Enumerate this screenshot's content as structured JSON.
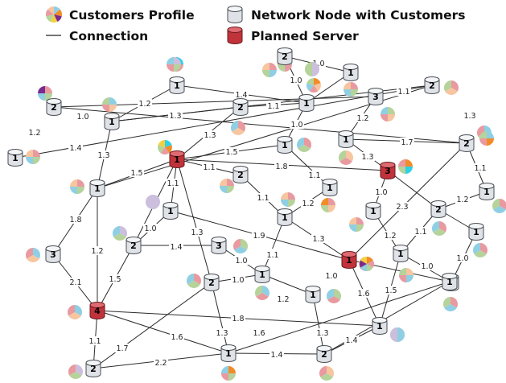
{
  "legend": {
    "customers_profile": "Customers Profile",
    "network_node": "Network Node with Customers",
    "connection": "Connection",
    "planned_server": "Planned Server"
  },
  "colors": {
    "node_fill": "#dfe3e8",
    "node_stroke": "#4a4f55",
    "server_fill": "#c0333b",
    "server_stroke": "#6b1a1f",
    "pie_pink": "#e89aa0",
    "pie_green": "#b5d39b",
    "pie_blue": "#8fcfe3",
    "pie_peach": "#f7c59f",
    "pie_orange": "#f28c28",
    "pie_lavender": "#cbbfdd",
    "pie_purple": "#7a2a8c",
    "pie_yellow": "#f4d03f",
    "pie_cyan": "#2fd0e8"
  },
  "nodes": [
    {
      "id": "n01",
      "label": "2",
      "type": "node"
    },
    {
      "id": "n02",
      "label": "1",
      "type": "node"
    },
    {
      "id": "n03",
      "label": "1",
      "type": "node"
    },
    {
      "id": "n04",
      "label": "2",
      "type": "node"
    },
    {
      "id": "n05",
      "label": "1",
      "type": "node"
    },
    {
      "id": "n06",
      "label": "3",
      "type": "node"
    },
    {
      "id": "n07",
      "label": "2",
      "type": "node"
    },
    {
      "id": "n08",
      "label": "2",
      "type": "node"
    },
    {
      "id": "n09",
      "label": "1",
      "type": "node"
    },
    {
      "id": "n10",
      "label": "1",
      "type": "node"
    },
    {
      "id": "n11",
      "label": "1",
      "type": "server"
    },
    {
      "id": "n12",
      "label": "1",
      "type": "node"
    },
    {
      "id": "n13",
      "label": "2",
      "type": "node"
    },
    {
      "id": "n14",
      "label": "3",
      "type": "node"
    },
    {
      "id": "n15",
      "label": "1",
      "type": "node"
    },
    {
      "id": "n16",
      "label": "1",
      "type": "node"
    },
    {
      "id": "n17",
      "label": "2",
      "type": "node"
    },
    {
      "id": "n18",
      "label": "1",
      "type": "node"
    },
    {
      "id": "n19",
      "label": "3",
      "type": "server"
    },
    {
      "id": "n20",
      "label": "1",
      "type": "node"
    },
    {
      "id": "n21",
      "label": "2",
      "type": "node"
    },
    {
      "id": "n22",
      "label": "1",
      "type": "node"
    },
    {
      "id": "n23",
      "label": "1",
      "type": "node"
    },
    {
      "id": "n24",
      "label": "1",
      "type": "node"
    },
    {
      "id": "n25",
      "label": "1",
      "type": "node"
    },
    {
      "id": "n26",
      "label": "2",
      "type": "node"
    },
    {
      "id": "n27",
      "label": "3",
      "type": "node"
    },
    {
      "id": "n28",
      "label": "1",
      "type": "server"
    },
    {
      "id": "n29",
      "label": "1",
      "type": "node"
    },
    {
      "id": "n30",
      "label": "1",
      "type": "node"
    },
    {
      "id": "n31",
      "label": "2",
      "type": "node"
    },
    {
      "id": "n32",
      "label": "1",
      "type": "node"
    },
    {
      "id": "n33",
      "label": "4",
      "type": "server"
    },
    {
      "id": "n34",
      "label": "1",
      "type": "node"
    },
    {
      "id": "n35",
      "label": "1",
      "type": "node"
    },
    {
      "id": "n36",
      "label": "1",
      "type": "node"
    },
    {
      "id": "n37",
      "label": "1",
      "type": "node"
    },
    {
      "id": "n38",
      "label": "2",
      "type": "node"
    },
    {
      "id": "n39",
      "label": "2",
      "type": "node"
    }
  ],
  "edges": [
    {
      "from": "n01",
      "to": "n02",
      "label": "1.0"
    },
    {
      "from": "n01",
      "to": "n03",
      "label": "1.0"
    },
    {
      "from": "n02",
      "to": "n03",
      "label": ""
    },
    {
      "from": "n03",
      "to": "n04",
      "label": "1.1"
    },
    {
      "from": "n05",
      "to": "n03",
      "label": "1.4"
    },
    {
      "from": "n05",
      "to": "n10",
      "label": "1.2"
    },
    {
      "from": "n07",
      "to": "n10",
      "label": "1.0"
    },
    {
      "from": "n10",
      "to": "n04",
      "label": "1.3"
    },
    {
      "from": "n07",
      "to": "n09",
      "label": "1.2"
    },
    {
      "from": "n07",
      "to": "n12",
      "label": "1.4"
    },
    {
      "from": "n10",
      "to": "n12",
      "label": "1.3"
    },
    {
      "from": "n03",
      "to": "n16",
      "label": "1.0"
    },
    {
      "from": "n04",
      "to": "n11",
      "label": "1.3"
    },
    {
      "from": "n06",
      "to": "n08",
      "label": "1.1"
    },
    {
      "from": "n06",
      "to": "n15",
      "label": "1.2"
    },
    {
      "from": "n08",
      "to": "n13",
      "label": "1.3"
    },
    {
      "from": "n15",
      "to": "n13",
      "label": "1.7"
    },
    {
      "from": "n15",
      "to": "n19",
      "label": "1.3"
    },
    {
      "from": "n11",
      "to": "n16",
      "label": "1.5"
    },
    {
      "from": "n11",
      "to": "n12",
      "label": "1.5"
    },
    {
      "from": "n11",
      "to": "n17",
      "label": "1.1"
    },
    {
      "from": "n11",
      "to": "n19",
      "label": "1.8"
    },
    {
      "from": "n11",
      "to": "n22",
      "label": "1.1"
    },
    {
      "from": "n11",
      "to": "n26",
      "label": "1.3"
    },
    {
      "from": "n16",
      "to": "n18",
      "label": "1.1"
    },
    {
      "from": "n17",
      "to": "n20",
      "label": "1.1"
    },
    {
      "from": "n18",
      "to": "n20",
      "label": "1.2"
    },
    {
      "from": "n20",
      "to": "n28",
      "label": "1.3"
    },
    {
      "from": "n20",
      "to": "n29",
      "label": "1.1"
    },
    {
      "from": "n19",
      "to": "n23",
      "label": "1.0"
    },
    {
      "from": "n19",
      "to": "n21",
      "label": ""
    },
    {
      "from": "n13",
      "to": "n24",
      "label": "1.1"
    },
    {
      "from": "n13",
      "to": "n28",
      "label": "2.3"
    },
    {
      "from": "n21",
      "to": "n24",
      "label": "1.2"
    },
    {
      "from": "n21",
      "to": "n25",
      "label": "1.1"
    },
    {
      "from": "n21",
      "to": "n30",
      "label": ""
    },
    {
      "from": "n23",
      "to": "n30",
      "label": "1.2"
    },
    {
      "from": "n25",
      "to": "n34",
      "label": "1.0"
    },
    {
      "from": "n30",
      "to": "n34",
      "label": "1.0"
    },
    {
      "from": "n30",
      "to": "n37",
      "label": "1.5"
    },
    {
      "from": "n12",
      "to": "n14",
      "label": "1.8"
    },
    {
      "from": "n12",
      "to": "n33",
      "label": "1.2"
    },
    {
      "from": "n14",
      "to": "n33",
      "label": "2.1"
    },
    {
      "from": "n22",
      "to": "n28",
      "label": "1.9"
    },
    {
      "from": "n22",
      "to": "n26",
      "label": "1.0"
    },
    {
      "from": "n26",
      "to": "n27",
      "label": "1.4"
    },
    {
      "from": "n26",
      "to": "n33",
      "label": "1.5"
    },
    {
      "from": "n27",
      "to": "n29",
      "label": "1.0"
    },
    {
      "from": "n11",
      "to": "n31",
      "label": "1.3"
    },
    {
      "from": "n29",
      "to": "n31",
      "label": "1.0"
    },
    {
      "from": "n29",
      "to": "n32",
      "label": "1.1"
    },
    {
      "from": "n28",
      "to": "n35",
      "label": "1.0"
    },
    {
      "from": "n28",
      "to": "n37",
      "label": "1.6"
    },
    {
      "from": "n33",
      "to": "n37",
      "label": "1.8"
    },
    {
      "from": "n33",
      "to": "n36",
      "label": "1.6"
    },
    {
      "from": "n33",
      "to": "n38",
      "label": "1.1"
    },
    {
      "from": "n31",
      "to": "n36",
      "label": "1.3"
    },
    {
      "from": "n31",
      "to": "n38",
      "label": "1.7"
    },
    {
      "from": "n32",
      "to": "n39",
      "label": "1.2"
    },
    {
      "from": "n35",
      "to": "n36",
      "label": "1.6"
    },
    {
      "from": "n35",
      "to": "n39",
      "label": "1.3"
    },
    {
      "from": "n36",
      "to": "n39",
      "label": "1.4"
    },
    {
      "from": "n37",
      "to": "n39",
      "label": "1.4"
    },
    {
      "from": "n36",
      "to": "n38",
      "label": "2.2"
    }
  ],
  "pies": [
    {
      "id": "p_legend",
      "slices": [
        "blue",
        "orange",
        "purple",
        "yellow",
        "green",
        "pink",
        "peach"
      ]
    },
    {
      "id": "p01",
      "slices": [
        "pink",
        "green",
        "blue",
        "purple"
      ]
    },
    {
      "id": "p02",
      "slices": [
        "pink",
        "green",
        "blue",
        "peach"
      ]
    },
    {
      "id": "p03",
      "slices": [
        "cyan",
        "pink",
        "green",
        "peach"
      ]
    },
    {
      "id": "p04",
      "slices": [
        "blue",
        "peach",
        "pink",
        "green"
      ]
    },
    {
      "id": "p05",
      "slices": [
        "pink",
        "blue",
        "green",
        "peach"
      ]
    },
    {
      "id": "p06",
      "slices": [
        "orange",
        "peach",
        "pink",
        "blue",
        "green"
      ]
    },
    {
      "id": "p07",
      "slices": [
        "pink",
        "green",
        "blue",
        "peach"
      ]
    },
    {
      "id": "p08",
      "slices": [
        "pink",
        "peach",
        "green"
      ]
    },
    {
      "id": "p09",
      "slices": [
        "green",
        "peach",
        "pink",
        "blue"
      ]
    },
    {
      "id": "p10",
      "slices": [
        "pink",
        "peach",
        "blue"
      ]
    },
    {
      "id": "p11",
      "slices": [
        "cyan",
        "orange",
        "pink",
        "green",
        "yellow"
      ]
    },
    {
      "id": "p12",
      "slices": [
        "blue",
        "green",
        "pink"
      ]
    },
    {
      "id": "p13",
      "slices": [
        "pink",
        "green",
        "blue"
      ]
    },
    {
      "id": "p14",
      "slices": [
        "peach",
        "pink",
        "green"
      ]
    },
    {
      "id": "p15",
      "slices": [
        "pink",
        "green",
        "blue",
        "peach"
      ]
    },
    {
      "id": "p16",
      "slices": [
        "pink",
        "green",
        "blue",
        "peach"
      ]
    },
    {
      "id": "p17",
      "slices": [
        "pink",
        "green",
        "blue",
        "peach"
      ]
    },
    {
      "id": "p18",
      "slices": [
        "orange",
        "cyan",
        "green",
        "pink"
      ]
    },
    {
      "id": "p19",
      "slices": [
        "pink",
        "peach",
        "green",
        "orange"
      ]
    },
    {
      "id": "p20",
      "slices": [
        "pink",
        "blue",
        "green"
      ]
    },
    {
      "id": "p21",
      "slices": [
        "pink",
        "green",
        "blue",
        "peach"
      ]
    },
    {
      "id": "p22",
      "slices": [
        "pink",
        "green",
        "blue"
      ]
    },
    {
      "id": "p23",
      "slices": [
        "lavender"
      ]
    },
    {
      "id": "p24",
      "slices": [
        "lavender",
        "green",
        "blue"
      ]
    },
    {
      "id": "p25",
      "slices": [
        "green",
        "blue",
        "pink"
      ]
    },
    {
      "id": "p26",
      "slices": [
        "blue",
        "peach",
        "pink"
      ]
    },
    {
      "id": "p27",
      "slices": [
        "pink",
        "green",
        "blue"
      ]
    },
    {
      "id": "p28",
      "slices": [
        "peach",
        "blue",
        "pink",
        "green"
      ]
    },
    {
      "id": "p29",
      "slices": [
        "blue",
        "pink",
        "green"
      ]
    },
    {
      "id": "p30",
      "slices": [
        "pink",
        "green",
        "blue"
      ]
    },
    {
      "id": "p31",
      "slices": [
        "blue",
        "pink",
        "peach"
      ]
    },
    {
      "id": "p32",
      "slices": [
        "orange",
        "pink",
        "green",
        "blue",
        "purple",
        "yellow"
      ]
    },
    {
      "id": "p33",
      "slices": [
        "green",
        "pink",
        "blue"
      ]
    },
    {
      "id": "p34",
      "slices": [
        "pink",
        "blue",
        "green"
      ]
    },
    {
      "id": "p35",
      "slices": [
        "blue",
        "peach",
        "pink"
      ]
    },
    {
      "id": "p36",
      "slices": [
        "lavender",
        "green",
        "pink"
      ]
    },
    {
      "id": "p37",
      "slices": [
        "pink",
        "green",
        "blue"
      ]
    },
    {
      "id": "p38",
      "slices": [
        "blue",
        "lavender"
      ]
    },
    {
      "id": "p39",
      "slices": [
        "orange",
        "green",
        "pink",
        "blue"
      ]
    },
    {
      "id": "p40",
      "slices": [
        "peach",
        "green",
        "pink"
      ]
    },
    {
      "id": "p41",
      "slices": [
        "lavender",
        "green"
      ]
    },
    {
      "id": "p42",
      "slices": [
        "blue",
        "pink",
        "green",
        "orange"
      ]
    },
    {
      "id": "p43",
      "slices": [
        "lavender",
        "green",
        "pink",
        "blue"
      ]
    },
    {
      "id": "p44",
      "slices": [
        "blue",
        "orange",
        "pink",
        "green"
      ]
    }
  ]
}
